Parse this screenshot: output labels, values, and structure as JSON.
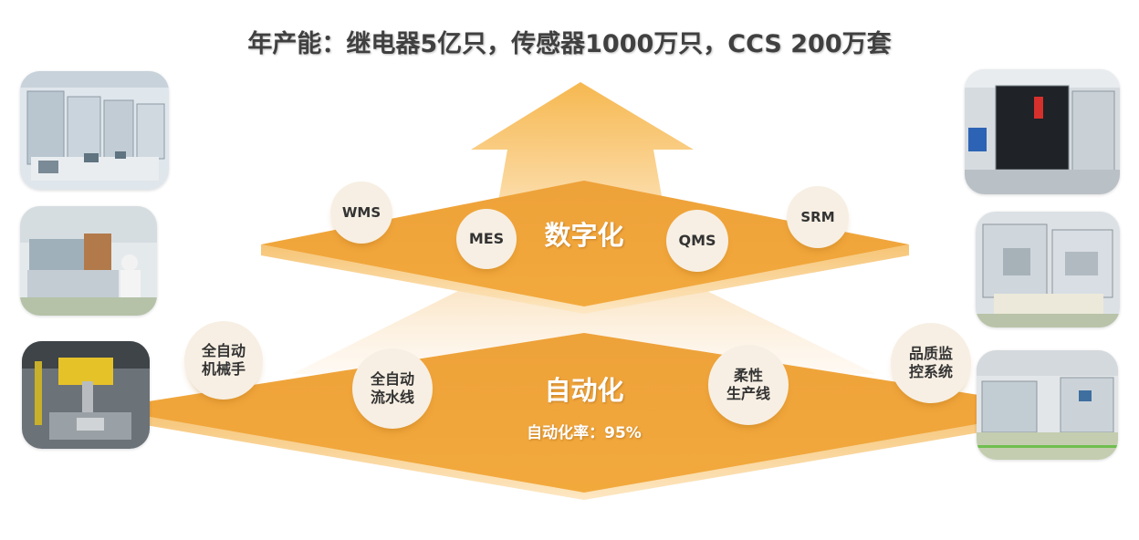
{
  "headline": "年产能：继电器5亿只，传感器1000万只，CCS 200万套",
  "upper_layer": {
    "title": "数字化",
    "systems": [
      "WMS",
      "MES",
      "QMS",
      "SRM"
    ]
  },
  "lower_layer": {
    "title": "自动化",
    "rate_text": "自动化率：95%",
    "capabilities": [
      [
        "全自动",
        "机械手"
      ],
      [
        "全自动",
        "流水线"
      ],
      [
        "柔性",
        "生产线"
      ],
      [
        "品质监",
        "控系统"
      ]
    ]
  },
  "colors": {
    "layer_orange": "#f0a030",
    "arrow_light": "#fbd79c",
    "circle_fill": "#f7efe3",
    "headline_text": "#404040"
  },
  "photos": [
    "factory-production-line-photo",
    "factory-workers-assembly-photo",
    "robotic-arm-station-photo",
    "automated-enclosure-machine-photo",
    "glass-enclosure-equipment-photo",
    "workshop-aisle-photo"
  ]
}
